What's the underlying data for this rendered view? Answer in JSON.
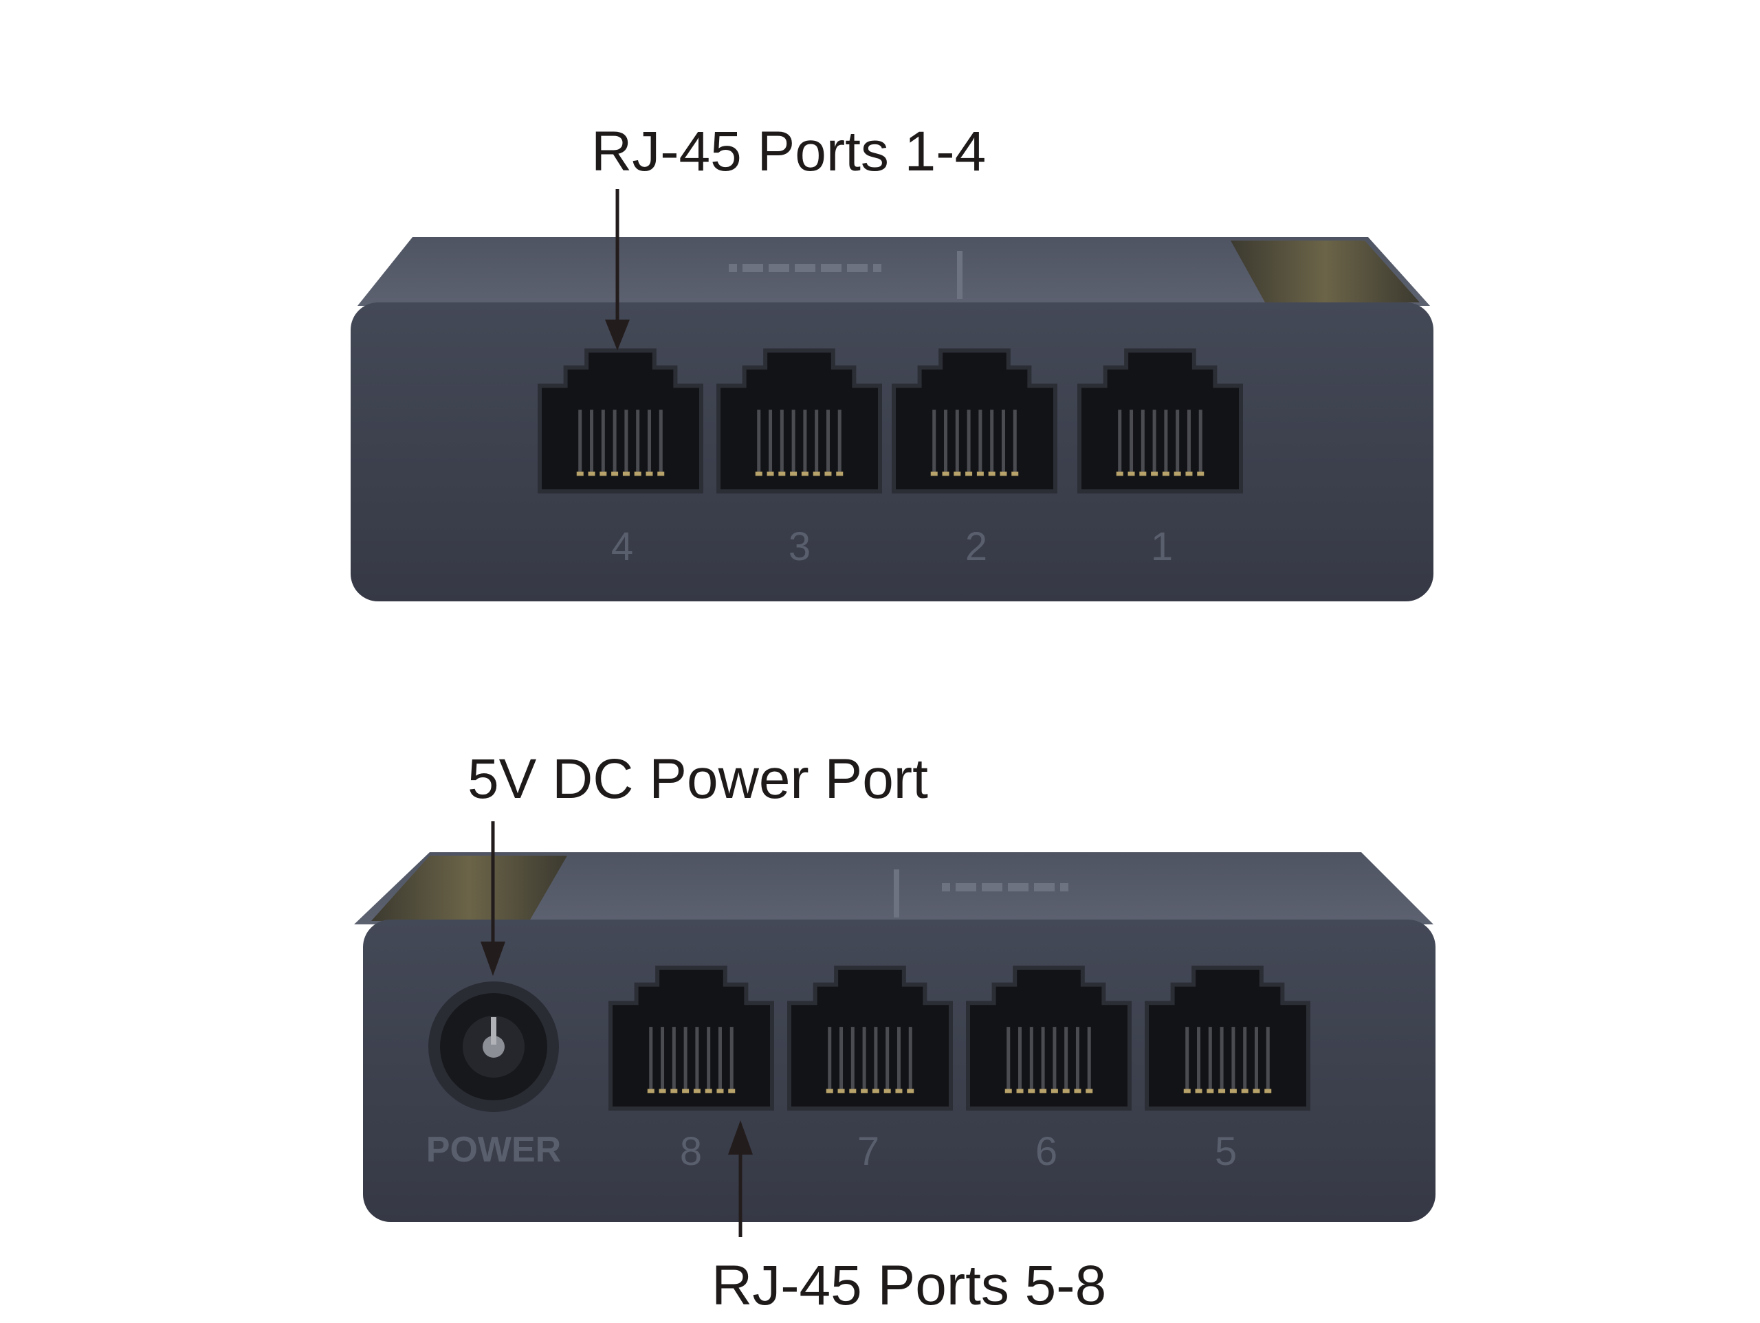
{
  "callouts": {
    "top_ports": "RJ-45 Ports 1-4",
    "power_port": "5V DC Power Port",
    "bottom_ports": "RJ-45 Ports 5-8"
  },
  "top_view": {
    "port_numbers": [
      "4",
      "3",
      "2",
      "1"
    ]
  },
  "bottom_view": {
    "power_label": "POWER",
    "port_numbers": [
      "8",
      "7",
      "6",
      "5"
    ]
  },
  "colors": {
    "housing": "#3b3f4c",
    "housing_top": "#555a68",
    "port_frame": "#1a1b20",
    "arrow": "#231c1c",
    "label_text": "#1e1a1a"
  }
}
